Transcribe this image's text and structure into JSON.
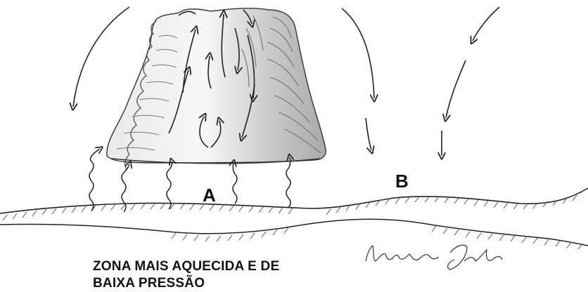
{
  "labels": {
    "point_a": "A",
    "point_b": "B"
  },
  "caption": {
    "line1": "ZONA MAIS AQUECIDA E   DE",
    "line2": "BAIXA PRESSÃO"
  },
  "signature_text": "Luciano Jatobá",
  "colors": {
    "ink": "#222222",
    "cloud_shade": "#9a9a9a"
  }
}
